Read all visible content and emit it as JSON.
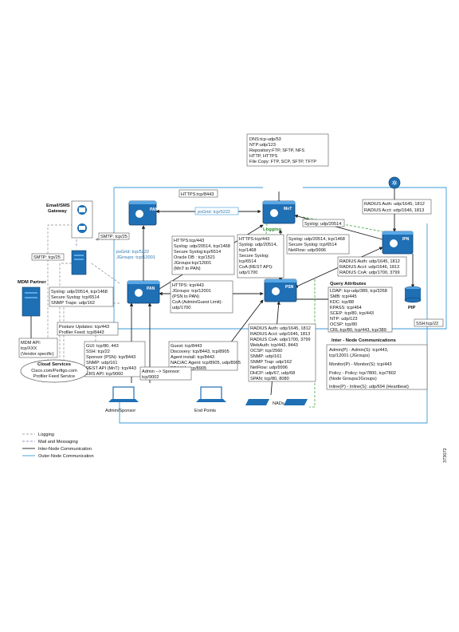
{
  "dns_box": [
    "DNS:tcp-udp/53",
    "NTP:udp/123",
    "Repository:FTP, SFTP, NFS",
    "HTTP, HTTPS",
    "File Copy: FTP, SCP, SFTP, TFTP"
  ],
  "radius_box": [
    "RADIUS Auth: udp/1645, 1812",
    "RADIUS Acct: udp/1646, 1813"
  ],
  "https_8443": "HTTPS:tcp/8443",
  "email_gateway": [
    "Email/SMS",
    "Gateway"
  ],
  "smtp_1": "SMTP: tcp/25",
  "smtp_2": "SMTP: tcp/25",
  "pxgrid_top": "pxGrid: tcp/5222",
  "pxgrid_left": [
    "pxGrid: tcp/5222",
    "JGroups: tcp/12001"
  ],
  "syslog_mnt": "Syslog: udp/20514",
  "logging": "Logging",
  "mdm_partner": "MDM Partner",
  "node_pan_primary": "PAN",
  "node_mnt": "MnT",
  "node_ipn": "IPN",
  "node_pan": "PAN",
  "node_psn": "PSN",
  "pan_mnt_box": [
    "HTTPS:tcp/443",
    "Syslog: udp/20514, tcp/1468",
    "Secure Syslog:tcp/6514",
    "Oracle DB : tcp/1521",
    "JGroups:tcp/12001",
    "(MnT to PAN)"
  ],
  "psn_mnt_box": [
    "HTTPS:tcp/443",
    "Syslog: udp/20514,",
    "tcp/1468",
    "Secure Syslog:",
    "tcp/6514",
    "CoA (REST API):",
    "udp/1700"
  ],
  "ipn_mnt_box": [
    "Syslog: udp/20514, tcp/1468",
    "Secure Syslog: tcp/6514",
    "NetFlow: udp/9996"
  ],
  "ipn_psn_box": [
    "RADIUS Auth: udp/1645, 1812",
    "RADIUS Acct: udp/1646, 1813",
    "RADIUS CoA: udp/1700, 3799"
  ],
  "pan_syslog_box": [
    "Syslog: udp/20514, tcp/1468",
    "Secure Syslog: tcp/6514",
    "SNMP Traps: udp/162"
  ],
  "pan_psn_box": [
    "HTTPS: tcp/443",
    "JGroups: tcp/12001",
    "(PSN to PAN)",
    "CoA (Admin/Guest Limit):",
    "udp/1700"
  ],
  "query_title": "Query Attributes",
  "query_box": [
    "LDAP: tcp-udp/389, tcp/3268",
    "SMB: tcp/445",
    "KDC: tcp/88",
    "KPASS: tcp/464",
    "SCEP: tcp/80, tcp/443",
    "NTP: udp/123",
    "OCSP: tcp/80",
    "CRL:tcp/80, tcp/443, tcp/389"
  ],
  "pip": "PIP",
  "ssh_right": "SSH:tcp/22",
  "posture_box": [
    "Posture Updates: tcp/443",
    "Profiler Feed: tcp/8443"
  ],
  "mdm_api": [
    "MDM API:",
    "tcp/XXX",
    "(Vendor specific)"
  ],
  "admin_box": [
    "GUI: tcp/80, 443",
    "SSH: tcp/22",
    "Sponsor (PSN): tcp/8443",
    "SNMP: udp/161",
    "REST API (MnT): tcp/443",
    "ERS API: tcp/9060"
  ],
  "guest_box": [
    "Guest: tcp/8443",
    "Discovery: tcp/8443, tcp/8905",
    "Agent install: tcp/8443",
    "NAC/AC Agent: tcp/8905, udp/8905",
    "PRA/KA: tcp/8905"
  ],
  "nad_box": [
    "RADIUS Auth: udp/1645, 1812",
    "RADIUS Acct: udp/1646, 1813",
    "RADIUS CoA: udp/1700, 3799",
    "WebAuth: tcp/443, 8443",
    "OCSP: tcp/2560",
    "SNMP: udp/161",
    "SNMP Trap: udp/162",
    "NetFlow: udp/9996",
    "DHCP: udp/67, udp/68",
    "SPAN: tcp/80, 8080"
  ],
  "inter_title": "Inter - Node Communications",
  "inter_box": [
    "Admin(P) - Admin(S): tcp/443,",
    "tcp/12001 (JGroups)",
    "Monitor(P) - Monitor(S): tcp/443",
    "Policy - Policy: tcp/7800, tcp/7802",
    "(Node Groups/JGroups)",
    "Inline(P) - Inline(S): udp/694 (Heartbeat)"
  ],
  "cloud_services": [
    "Cloud Services",
    "Cisco.com/Perfigo.com",
    "Profiler Feed Service"
  ],
  "admin_sponsor_box": [
    "Admin --> Sponsor:",
    "tcp/9002"
  ],
  "admin_sponsor_label": "Admin/Sponsor",
  "end_points": "End Points",
  "nads": "NADs",
  "legend": [
    "Logging",
    "Mail and Messaging",
    "Inter-Node Communication",
    "Outer-Node Communication"
  ],
  "figure_id": "373072",
  "colors": {
    "node_blue": "#1f6fb5",
    "outer_line": "#3a9ad9",
    "logging": "#8a8a8a",
    "mail": "#8a6ab0",
    "green": "#3aa63a"
  }
}
